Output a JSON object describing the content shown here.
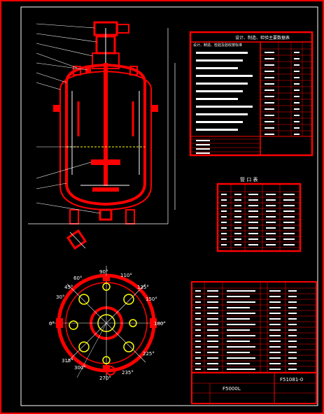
{
  "colors": {
    "background": "#000000",
    "frame": "#ff0000",
    "accent_yellow": "#ffff00",
    "text": "#ffffff"
  },
  "design_table": {
    "title": "设计、制造、检验主要数据表",
    "subtitle": "设计、制造、检验及验收按标准"
  },
  "nozzle_table": {
    "title": "管 口 表"
  },
  "title_block": {
    "vessel_name": "F5000L",
    "drawing_number": "F51081-0"
  },
  "angles": {
    "a0": "0°",
    "a30": "30°",
    "a45": "45°",
    "a60": "60°",
    "a90": "90°",
    "a110": "110°",
    "a135": "135°",
    "a150": "150°",
    "a180": "180°",
    "a225": "225°",
    "a235": "235°",
    "a270": "270°",
    "a300": "300°",
    "a315": "315°"
  }
}
